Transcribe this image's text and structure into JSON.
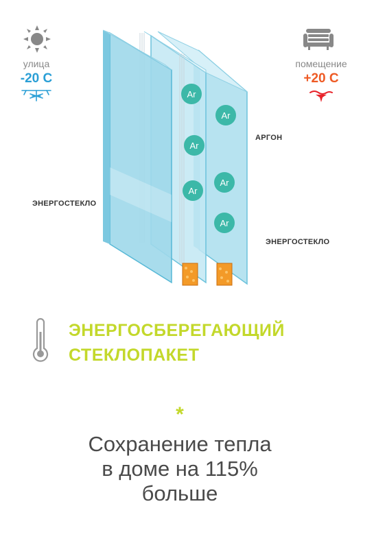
{
  "outside": {
    "icon": "sun-icon",
    "label": "улица",
    "temperature": "-20 C",
    "indicator_icon": "snowflake-icon"
  },
  "inside": {
    "icon": "sofa-icon",
    "label": "помещение",
    "temperature": "+20 C",
    "indicator_icon": "heat-wave-icon"
  },
  "diagram": {
    "gas_label": "Ar",
    "callout_argon": "АРГОН",
    "callout_glass_left": "ЭНЕРГОСТЕКЛО",
    "callout_glass_right": "ЭНЕРГОСТЕКЛО"
  },
  "headline": {
    "icon": "thermometer-icon",
    "line1": "ЭНЕРГОСБЕРЕГАЮЩИЙ",
    "line2": "СТЕКЛОПАКЕТ"
  },
  "asterisk": "*",
  "description": {
    "line1": "Сохранение тепла",
    "line2": "в доме на 115%",
    "line3": "больше"
  },
  "colors": {
    "accent": "#c3d82b",
    "cold": "#2a9fd6",
    "warm": "#ee5a24",
    "gas_bubble": "#3cb8a8",
    "glass": "#aee0ef",
    "desiccant": "#f39a28"
  }
}
